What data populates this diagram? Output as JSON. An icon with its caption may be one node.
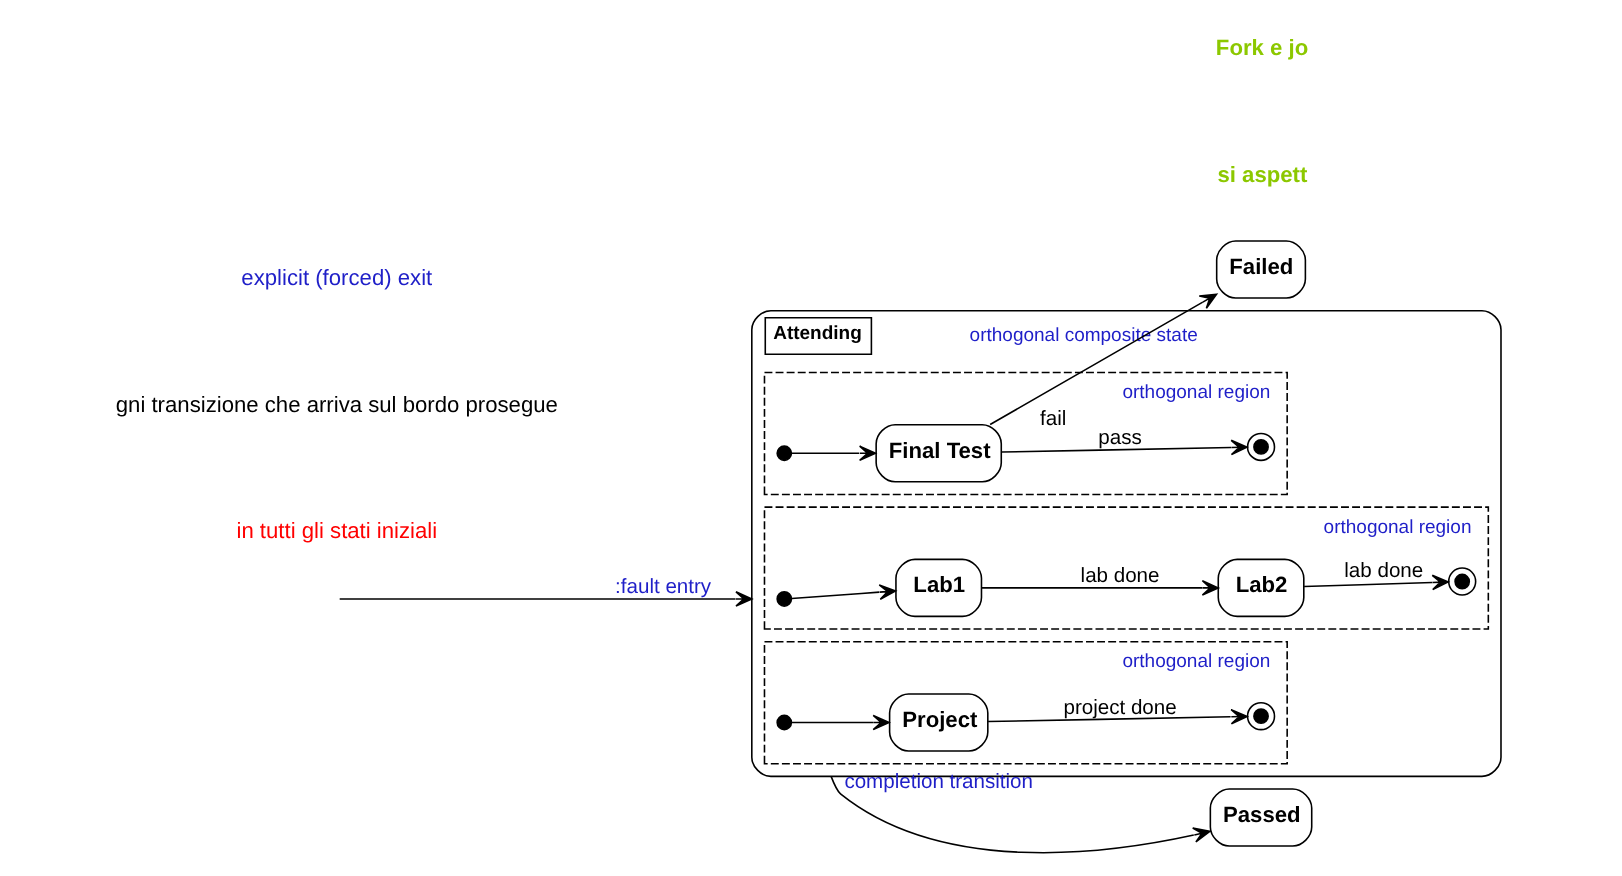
{
  "diagram": {
    "nodes": [
      {
        "text": [
          "Attending"
        ],
        "beside": [
          "orthogonal composite state"
        ]
      },
      {
        "text": [
          "orthogonal region"
        ],
        "in": 0
      },
      {
        "text": [],
        "shape": "circle",
        "in": 1
      },
      {
        "text": [
          "Lab1"
        ],
        "in": 1
      },
      {
        "text": [
          "Lab2"
        ],
        "in": 1
      },
      {
        "text": [],
        "shape": "circle",
        "in": 1
      },
      {
        "text": [
          "orthogonal region"
        ],
        "in": 0
      },
      {
        "text": [],
        "shape": "circle",
        "in": 6
      },
      {
        "text": [
          "Project"
        ],
        "in": 6
      },
      {
        "text": [],
        "shape": "circle",
        "in": 6
      },
      {
        "text": [
          "orthogonal region"
        ],
        "in": 0
      },
      {
        "text": [],
        "shape": "circle",
        "in": 10
      },
      {
        "text": [
          "Final Test"
        ],
        "in": 10
      },
      {
        "text": [],
        "shape": "circle",
        "in": 10
      },
      {
        "text": [
          "Passed"
        ]
      },
      {
        "text": [
          "Failed"
        ]
      }
    ],
    "edges": [
      {
        "from": null,
        "to": 0,
        "arrow": "to",
        "label": ":fault entry"
      },
      {
        "from": 2,
        "to": 3,
        "arrow": "to"
      },
      {
        "from": 3,
        "to": 4,
        "arrow": "to",
        "label": "lab done"
      },
      {
        "from": 4,
        "to": 5,
        "arrow": "to",
        "label": "lab done"
      },
      {
        "from": 7,
        "to": 8,
        "arrow": "to"
      },
      {
        "from": 8,
        "to": 9,
        "arrow": "to",
        "label": "project done"
      },
      {
        "from": 11,
        "to": 12,
        "arrow": "to"
      },
      {
        "from": 12,
        "to": 13,
        "arrow": "to",
        "label": "pass"
      },
      {
        "from": 0,
        "to": 14,
        "arrow": "to",
        "label": "completion transition"
      },
      {
        "from": 12,
        "to": 15,
        "arrow": "to",
        "label": "fail"
      }
    ],
    "labels": [
      "Fork e jo",
      "si aspett",
      "explicit (forced) exit",
      "gni transizione che arriva sul bordo prosegue",
      "in tutti gli stati iniziali"
    ]
  }
}
